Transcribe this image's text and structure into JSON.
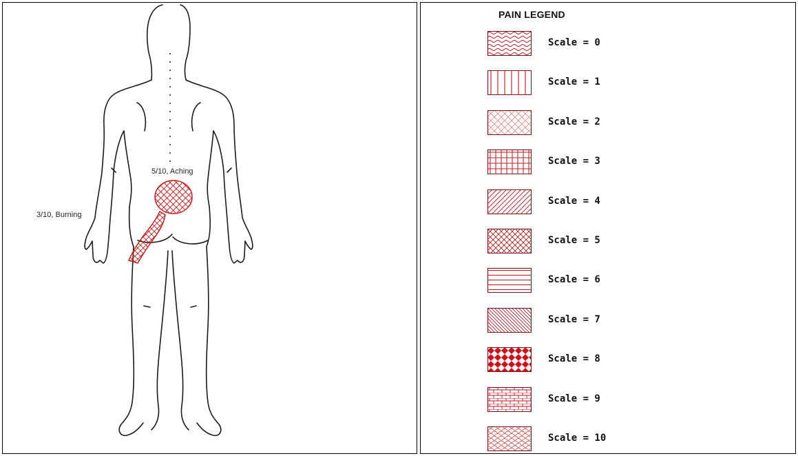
{
  "body_map": {
    "annotations": [
      {
        "id": "aching",
        "text": "5/10, Aching",
        "severity": 5,
        "quality": "Aching",
        "region": "lower back / right buttock"
      },
      {
        "id": "burning",
        "text": "3/10, Burning",
        "severity": 3,
        "quality": "Burning",
        "region": "left posterior hip / thigh"
      }
    ],
    "colors": {
      "outline": "#1a1a1a",
      "pain_fill": "#cc1111"
    }
  },
  "legend": {
    "title": "PAIN LEGEND",
    "items": [
      {
        "label": "Scale = 0",
        "scale": 0,
        "pattern": "waves"
      },
      {
        "label": "Scale = 1",
        "scale": 1,
        "pattern": "vertical-lines"
      },
      {
        "label": "Scale = 2",
        "scale": 2,
        "pattern": "light-crosshatch"
      },
      {
        "label": "Scale = 3",
        "scale": 3,
        "pattern": "grid"
      },
      {
        "label": "Scale = 4",
        "scale": 4,
        "pattern": "diagonal-forward"
      },
      {
        "label": "Scale = 5",
        "scale": 5,
        "pattern": "crosshatch"
      },
      {
        "label": "Scale = 6",
        "scale": 6,
        "pattern": "horizontal-lines"
      },
      {
        "label": "Scale = 7",
        "scale": 7,
        "pattern": "diagonal-back"
      },
      {
        "label": "Scale = 8",
        "scale": 8,
        "pattern": "diamonds"
      },
      {
        "label": "Scale = 9",
        "scale": 9,
        "pattern": "bricks"
      },
      {
        "label": "Scale = 10",
        "scale": 10,
        "pattern": "scales"
      }
    ],
    "colors": {
      "pattern": "#c0141c",
      "border": "#7a1010"
    }
  }
}
